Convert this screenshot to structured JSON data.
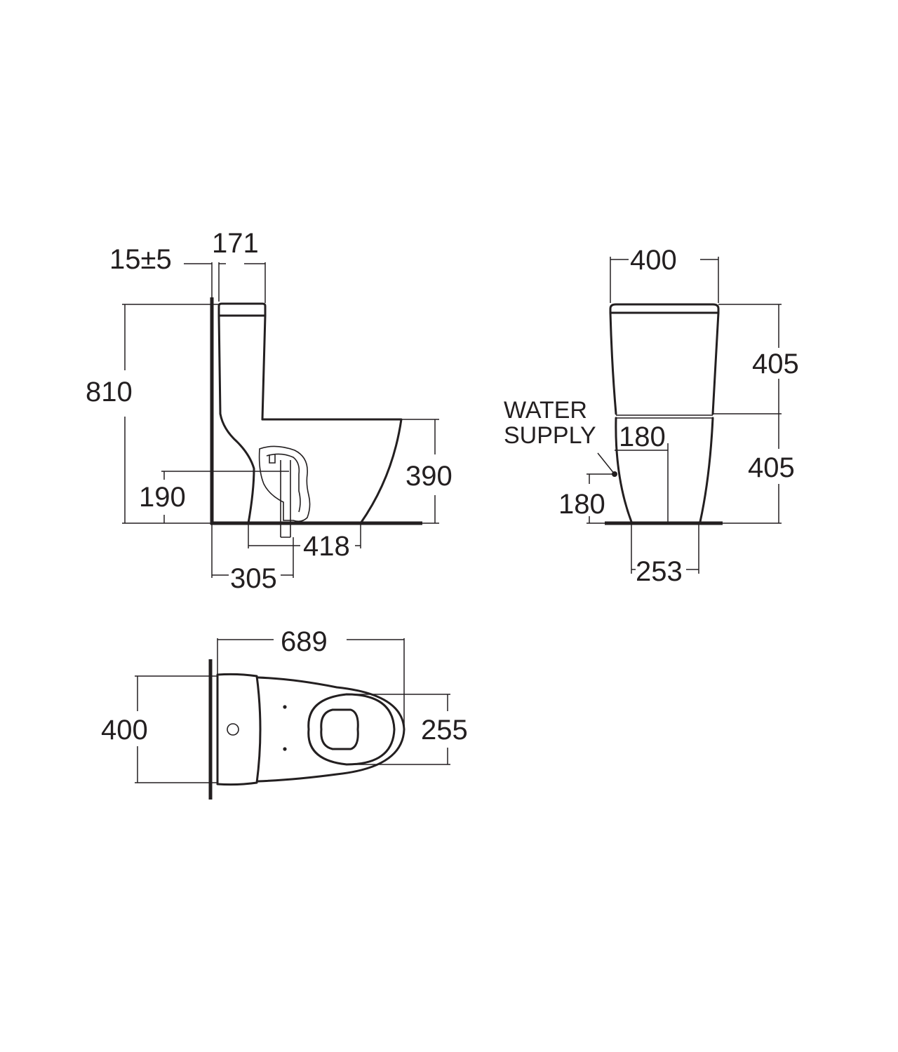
{
  "side_view": {
    "wall_gap": "15±5",
    "tank_depth": "171",
    "total_height": "810",
    "bowl_height": "390",
    "outlet_height": "190",
    "outlet_to_front": "418",
    "outlet_from_wall": "305"
  },
  "front_view": {
    "tank_width": "400",
    "upper_height": "405",
    "lower_height": "405",
    "supply_label_line1": "WATER",
    "supply_label_line2": "SUPPLY",
    "supply_offset": "180",
    "supply_height": "180",
    "base_width": "253"
  },
  "top_view": {
    "overall_length": "689",
    "overall_width": "400",
    "bowl_width": "255"
  }
}
